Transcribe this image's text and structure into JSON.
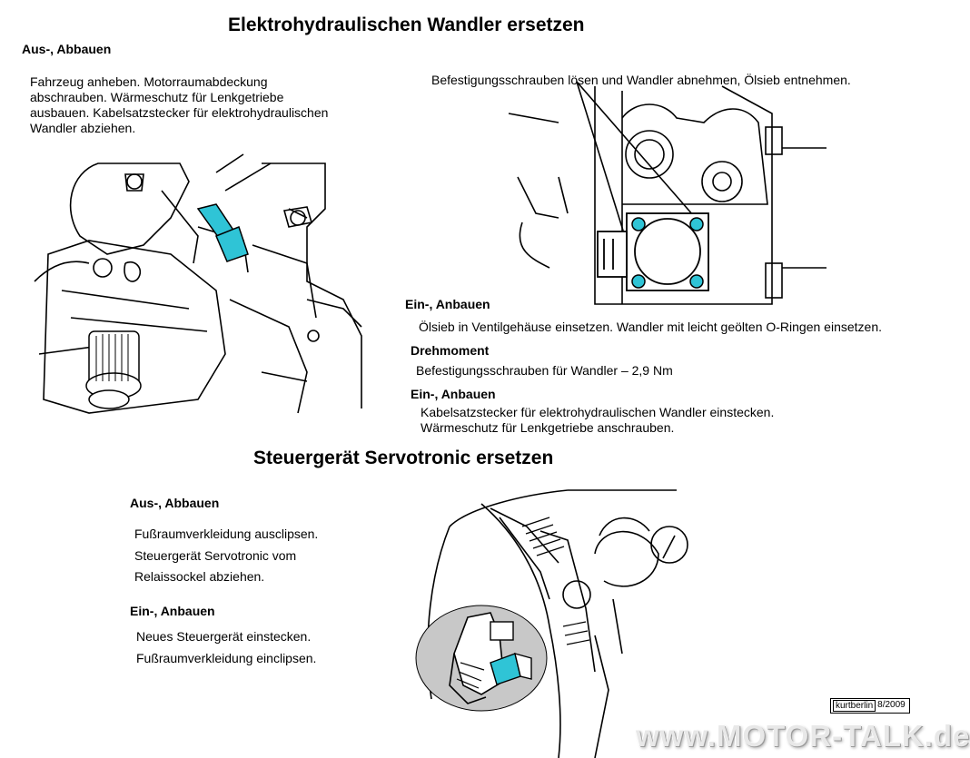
{
  "section1": {
    "title": "Elektrohydraulischen Wandler ersetzen",
    "removal_heading": "Aus-, Abbauen",
    "removal_lines": [
      "Fahrzeug anheben. Motorraumabdeckung",
      "abschrauben. Wärmeschutz für Lenkgetriebe",
      "ausbauen. Kabelsatzstecker für elektrohydraulischen",
      "Wandler abziehen."
    ],
    "caption_right": "Befestigungsschrauben lösen und Wandler abnehmen, Ölsieb entnehmen.",
    "install_heading": "Ein-, Anbauen",
    "install_text": "Ölsieb in Ventilgehäuse einsetzen. Wandler mit leicht geölten O-Ringen einsetzen.",
    "torque_heading": "Drehmoment",
    "torque_text": "Befestigungsschrauben für  Wandler – 2,9 Nm",
    "install2_heading": "Ein-, Anbauen",
    "install2_lines": [
      "Kabelsatzstecker für elektrohydraulischen Wandler einstecken.",
      "Wärmeschutz für Lenkgetriebe anschrauben."
    ]
  },
  "section2": {
    "title": "Steuergerät Servotronic ersetzen",
    "removal_heading": "Aus-, Abbauen",
    "removal_lines": [
      "Fußraumverkleidung ausclipsen.",
      "Steuergerät Servotronic vom",
      "Relaissockel  abziehen."
    ],
    "install_heading": "Ein-, Anbauen",
    "install_lines": [
      "Neues Steuergerät einstecken.",
      "Fußraumverkleidung einclipsen."
    ]
  },
  "stamp": {
    "name": "kurtberlin",
    "date": "8/2009"
  },
  "watermark": "www.MOTOR-TALK.de",
  "colors": {
    "highlight": "#2fc4d6",
    "line": "#000000"
  }
}
